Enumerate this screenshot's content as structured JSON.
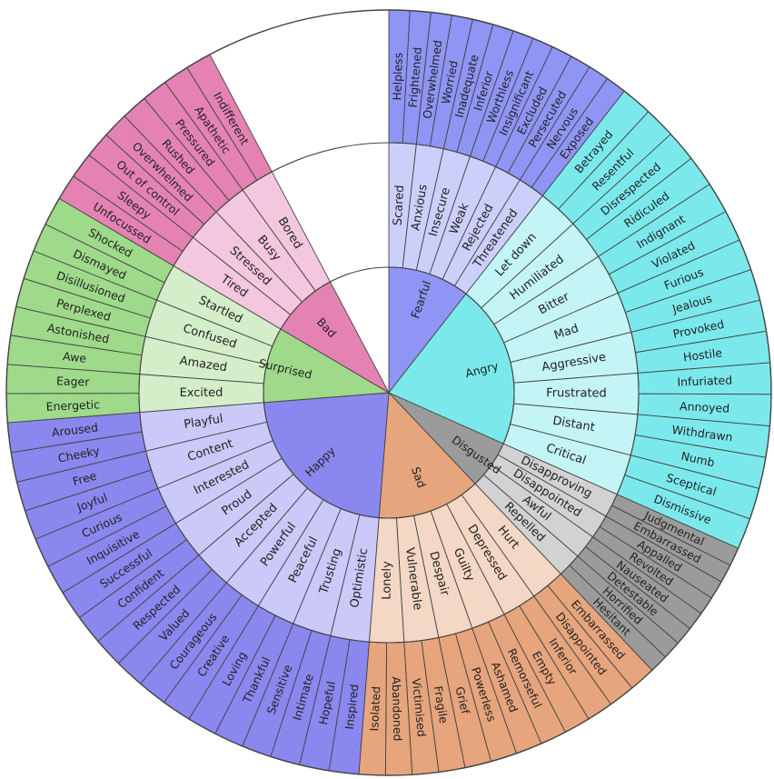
{
  "wheel": {
    "emotions": [
      {
        "name": "Fearful",
        "color": "#8f95f5",
        "tier2": [
          {
            "name": "Scared",
            "tier3": [
              "Helpless",
              "Frightened"
            ]
          },
          {
            "name": "Anxious",
            "tier3": [
              "Overwhelmed",
              "Worried"
            ]
          },
          {
            "name": "Insecure",
            "tier3": [
              "Inadequate",
              "Inferior"
            ]
          },
          {
            "name": "Weak",
            "tier3": [
              "Worthless",
              "Insignificant"
            ]
          },
          {
            "name": "Rejected",
            "tier3": [
              "Excluded",
              "Persecuted"
            ]
          },
          {
            "name": "Threatened",
            "tier3": [
              "Nervous",
              "Exposed"
            ]
          }
        ]
      },
      {
        "name": "Angry",
        "color": "#7be9ec",
        "tier2": [
          {
            "name": "Let down",
            "tier3": [
              "Betrayed",
              "Resentful"
            ]
          },
          {
            "name": "Humiliated",
            "tier3": [
              "Disrespected",
              "Ridiculed"
            ]
          },
          {
            "name": "Bitter",
            "tier3": [
              "Indignant",
              "Violated"
            ]
          },
          {
            "name": "Mad",
            "tier3": [
              "Furious",
              "Jealous"
            ]
          },
          {
            "name": "Aggressive",
            "tier3": [
              "Provoked",
              "Hostile"
            ]
          },
          {
            "name": "Frustrated",
            "tier3": [
              "Infuriated",
              "Annoyed"
            ]
          },
          {
            "name": "Distant",
            "tier3": [
              "Withdrawn",
              "Numb"
            ]
          },
          {
            "name": "Critical",
            "tier3": [
              "Sceptical",
              "Dismissive"
            ]
          }
        ]
      },
      {
        "name": "Disgusted",
        "color": "#9b9b9b",
        "tier2": [
          {
            "name": "Disapproving",
            "tier3": [
              "Judgmental",
              "Embarrassed"
            ]
          },
          {
            "name": "Disappointed",
            "tier3": [
              "Appalled",
              "Revolted"
            ]
          },
          {
            "name": "Awful",
            "tier3": [
              "Nauseated",
              "Detestable"
            ]
          },
          {
            "name": "Repelled",
            "tier3": [
              "Horrified",
              "Hesitant"
            ]
          }
        ]
      },
      {
        "name": "Sad",
        "color": "#e6a57c",
        "tier2": [
          {
            "name": "Hurt",
            "tier3": [
              "Embarrassed",
              "Disappointed"
            ]
          },
          {
            "name": "Depressed",
            "tier3": [
              "Inferior",
              "Empty"
            ]
          },
          {
            "name": "Guilty",
            "tier3": [
              "Remorseful",
              "Ashamed"
            ]
          },
          {
            "name": "Despair",
            "tier3": [
              "Powerless",
              "Grief"
            ]
          },
          {
            "name": "Vulnerable",
            "tier3": [
              "Fragile",
              "Victimised"
            ]
          },
          {
            "name": "Lonely",
            "tier3": [
              "Abandoned",
              "Isolated"
            ]
          }
        ]
      },
      {
        "name": "Happy",
        "color": "#8a87ef",
        "tier2": [
          {
            "name": "Optimistic",
            "tier3": [
              "Inspired",
              "Hopeful"
            ]
          },
          {
            "name": "Trusting",
            "tier3": [
              "Intimate",
              "Sensitive"
            ]
          },
          {
            "name": "Peaceful",
            "tier3": [
              "Thankful",
              "Loving"
            ]
          },
          {
            "name": "Powerful",
            "tier3": [
              "Creative",
              "Courageous"
            ]
          },
          {
            "name": "Accepted",
            "tier3": [
              "Valued",
              "Respected"
            ]
          },
          {
            "name": "Proud",
            "tier3": [
              "Confident",
              "Successful"
            ]
          },
          {
            "name": "Interested",
            "tier3": [
              "Inquisitive",
              "Curious"
            ]
          },
          {
            "name": "Content",
            "tier3": [
              "Joyful",
              "Free"
            ]
          },
          {
            "name": "Playful",
            "tier3": [
              "Cheeky",
              "Aroused"
            ]
          }
        ]
      },
      {
        "name": "Surprised",
        "color": "#9fd98a",
        "tier2": [
          {
            "name": "Excited",
            "tier3": [
              "Energetic",
              "Eager"
            ]
          },
          {
            "name": "Amazed",
            "tier3": [
              "Awe",
              "Astonished"
            ]
          },
          {
            "name": "Confused",
            "tier3": [
              "Perplexed",
              "Disillusioned"
            ]
          },
          {
            "name": "Startled",
            "tier3": [
              "Dismayed",
              "Shocked"
            ]
          }
        ]
      },
      {
        "name": "Bad",
        "color": "#e483b3",
        "tier2": [
          {
            "name": "Tired",
            "tier3": [
              "Unfocussed",
              "Sleepy"
            ]
          },
          {
            "name": "Stressed",
            "tier3": [
              "Out of control",
              "Overwhelmed"
            ]
          },
          {
            "name": "Busy",
            "tier3": [
              "Rushed",
              "Pressured"
            ]
          },
          {
            "name": "Bored",
            "tier3": [
              "Apathetic",
              "Indifferent"
            ]
          }
        ]
      }
    ]
  }
}
